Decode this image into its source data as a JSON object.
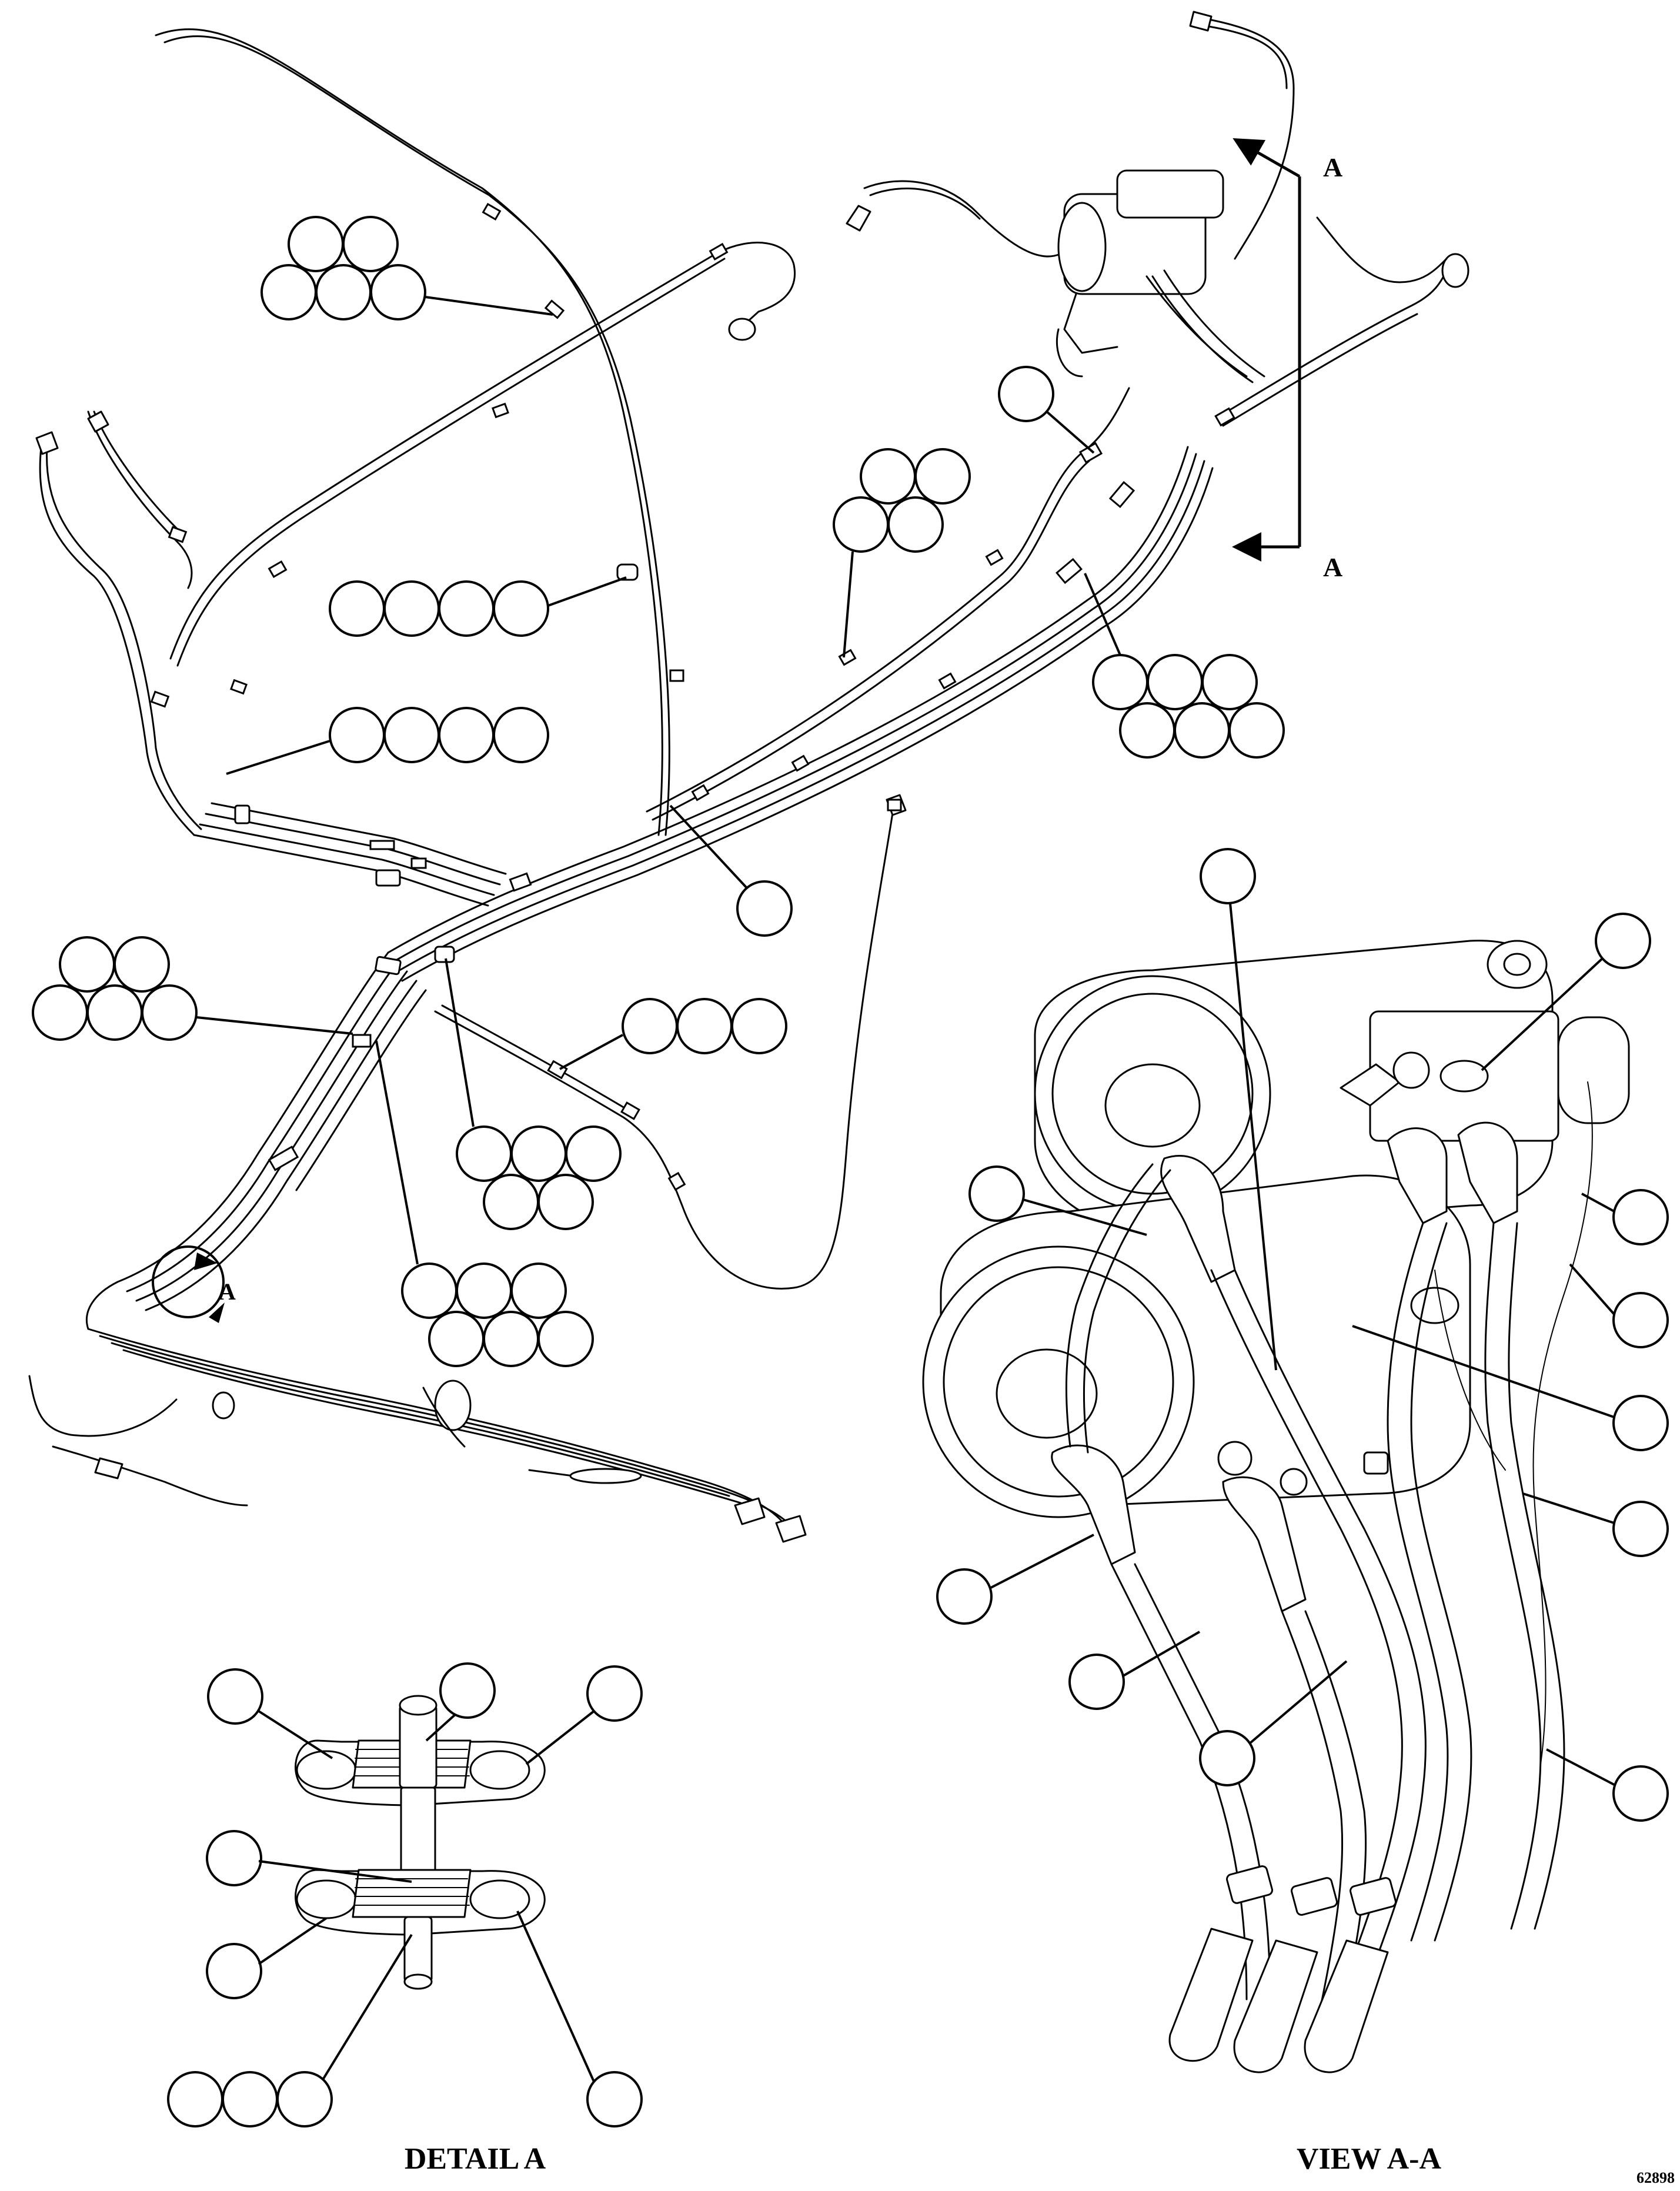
{
  "labels": {
    "section_marker": "A",
    "detail_marker": "A",
    "detail_title": "DETAIL A",
    "view_title": "VIEW A-A",
    "figure_number": "62898"
  },
  "colors": {
    "ink": "#000000",
    "paper": "#ffffff"
  }
}
